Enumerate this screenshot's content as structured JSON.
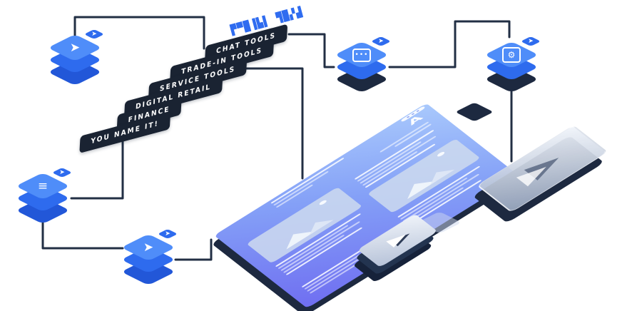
{
  "illustration": {
    "glitch_heading": "▛▀█▐▙▌ ▜█▞▟",
    "logo": "A",
    "bars": [
      {
        "label": "CHAT TOOLS"
      },
      {
        "label": "TRADE-IN TOOLS"
      },
      {
        "label": "SERVICE TOOLS"
      },
      {
        "label": "DIGITAL RETAIL"
      },
      {
        "label": "FINANCE"
      },
      {
        "label": "YOU NAME IT!"
      }
    ],
    "icons": {
      "badge_glyph": "➤",
      "cursor_glyph": "➤",
      "list_glyph": "≡",
      "gear_glyph": "⚙",
      "chat_dots": "•••"
    },
    "colors": {
      "accent_blue": "#2e6bee",
      "stack_top_blue": "#4f8df9",
      "dark_navy": "#1d2940",
      "line_color": "#222f44",
      "bar_bg": "#1a2332",
      "page_gradient_light": "#a9c9fc",
      "page_gradient_dark": "#6f6ef1"
    }
  }
}
